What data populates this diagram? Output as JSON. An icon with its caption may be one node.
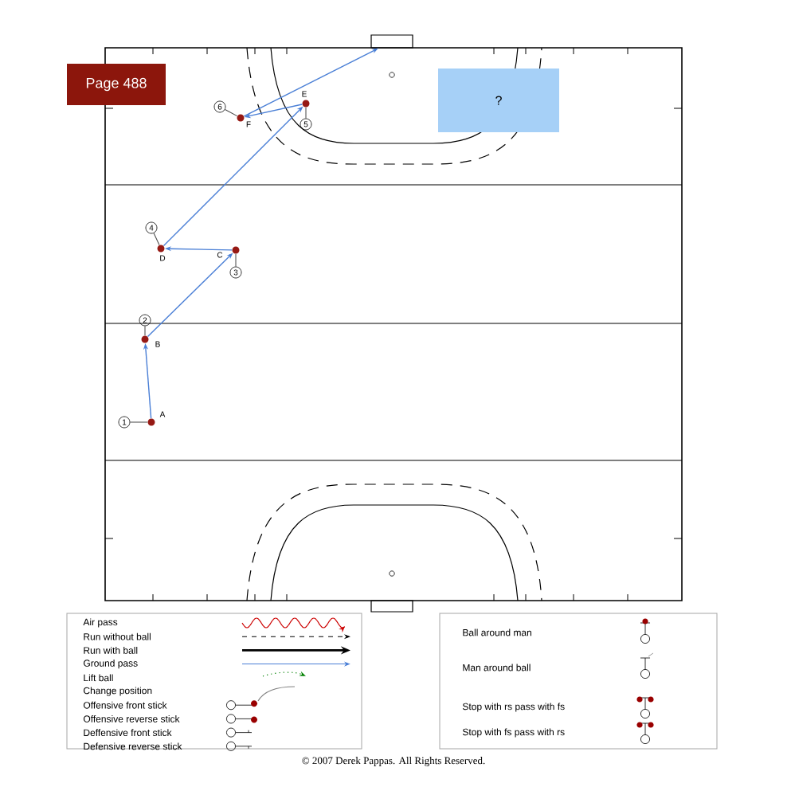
{
  "diagram": {
    "caption": "© 2007 Derek Pappas. All Rights Reserved.",
    "nodes": [
      {
        "text": [
          "Page 488"
        ]
      },
      {
        "text": [],
        "shape": "box"
      },
      {
        "text": [
          "?"
        ]
      },
      {
        "text": [
          "6"
        ]
      },
      {
        "text": [],
        "shape": "circle",
        "beside": [
          "F"
        ]
      },
      {
        "text": [],
        "shape": "circle",
        "beside": [
          "E"
        ]
      },
      {
        "text": [
          "5"
        ]
      },
      {
        "text": [
          "4"
        ]
      },
      {
        "text": [],
        "shape": "circle",
        "beside": [
          "D"
        ]
      },
      {
        "text": [],
        "shape": "circle",
        "beside": [
          "C"
        ]
      },
      {
        "text": [
          "3"
        ]
      },
      {
        "text": [
          "2"
        ]
      },
      {
        "text": [],
        "shape": "circle",
        "beside": [
          "B"
        ]
      },
      {
        "text": [
          "1"
        ]
      },
      {
        "text": [],
        "shape": "circle",
        "beside": [
          "A"
        ]
      }
    ],
    "edges": [
      {
        "from": 14,
        "to": 12,
        "arrow": "to"
      },
      {
        "from": 12,
        "to": 9,
        "arrow": "to"
      },
      {
        "from": 9,
        "to": 8,
        "arrow": "to"
      },
      {
        "from": 8,
        "to": 5,
        "arrow": "to"
      },
      {
        "from": 5,
        "to": 4,
        "arrow": "to"
      },
      {
        "from": 4,
        "to": 1,
        "arrow": "to"
      },
      {
        "from": 13,
        "to": 14,
        "arrow": "none",
        "color": "#444444"
      },
      {
        "from": 11,
        "to": 12,
        "arrow": "none",
        "color": "#444444"
      },
      {
        "from": 10,
        "to": 9,
        "arrow": "none",
        "color": "#444444"
      },
      {
        "from": 7,
        "to": 8,
        "arrow": "none",
        "color": "#444444"
      },
      {
        "from": 6,
        "to": 5,
        "arrow": "none",
        "color": "#444444"
      },
      {
        "from": 3,
        "to": 4,
        "arrow": "none",
        "color": "#444444"
      }
    ],
    "legend": [
      {
        "text": "Air pass"
      },
      {
        "text": "Run without ball"
      },
      {
        "text": "Run with ball"
      },
      {
        "text": "Ground pass"
      },
      {
        "text": "Lift ball"
      },
      {
        "text": "Change position"
      },
      {
        "text": "Offensive front stick"
      },
      {
        "text": "Offensive reverse stick"
      },
      {
        "text": "Deffensive front stick"
      },
      {
        "text": "Defensive reverse stick"
      },
      {
        "text": "Ball around man"
      },
      {
        "text": "Man around ball"
      },
      {
        "text": "Stop with rs pass with fs"
      },
      {
        "text": "Stop with fs pass with rs"
      }
    ]
  }
}
